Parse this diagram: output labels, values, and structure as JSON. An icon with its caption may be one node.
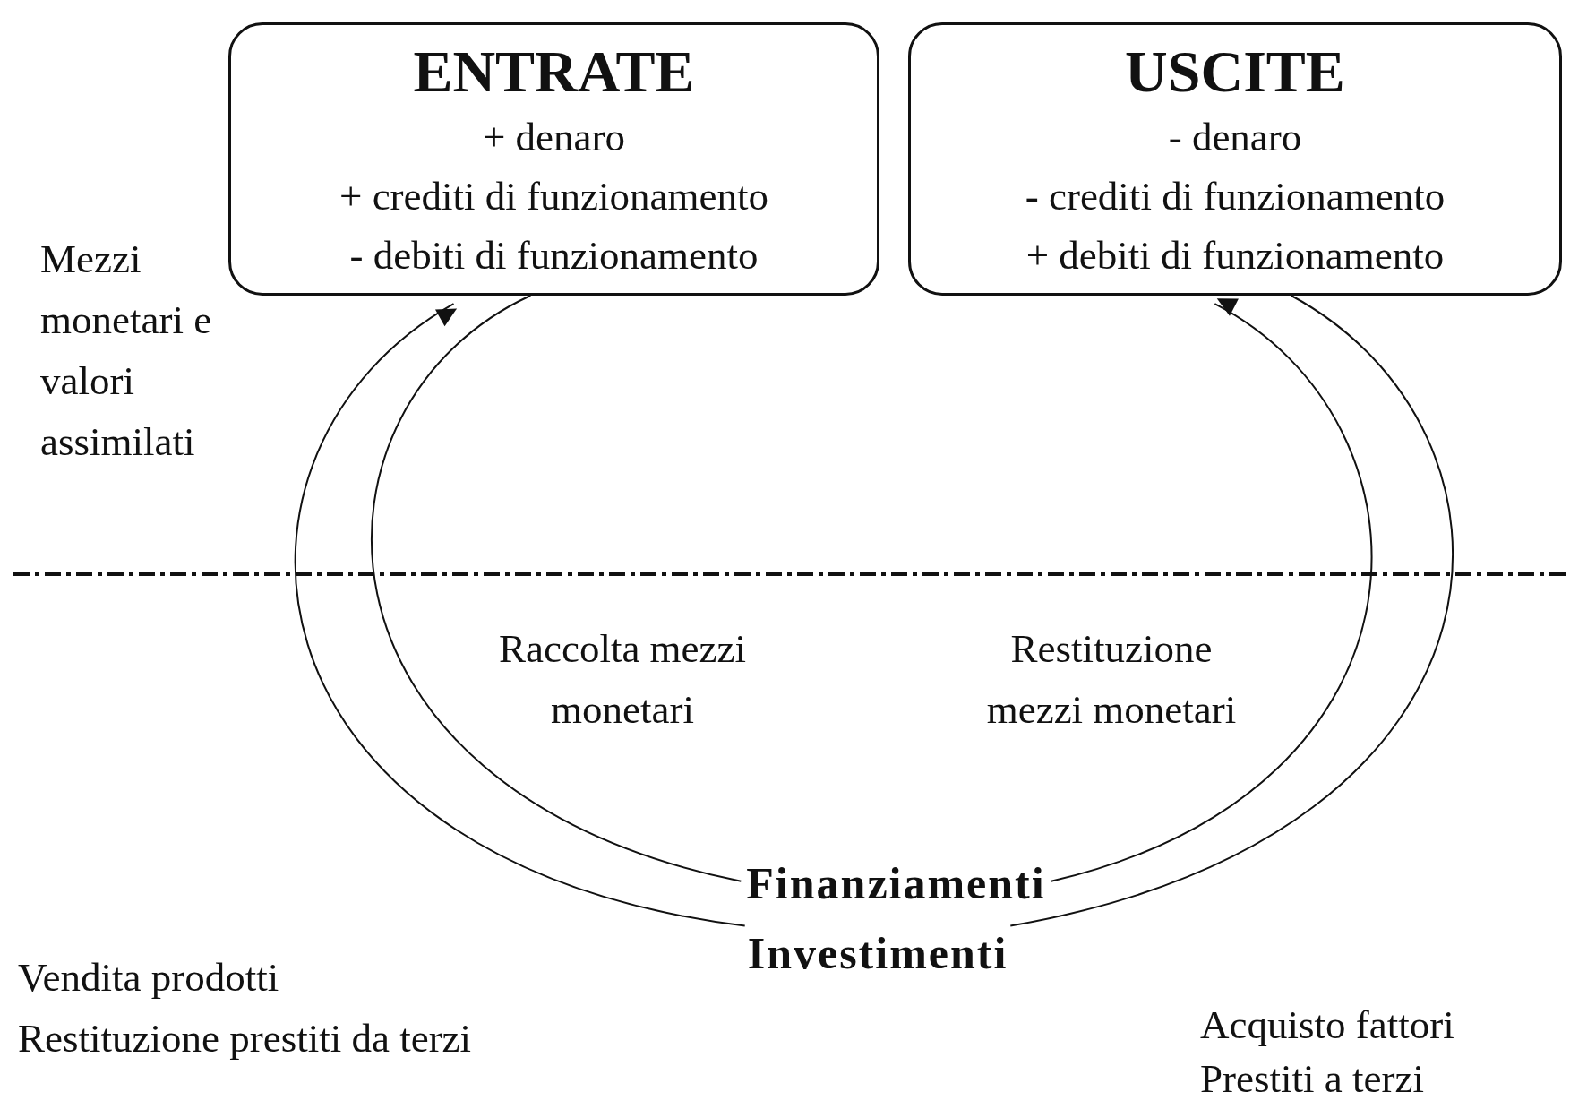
{
  "diagram": {
    "nodes": [
      {
        "text": [
          "ENTRATE",
          "+ denaro",
          "+ crediti di funzionamento",
          "- debiti di funzionamento"
        ]
      },
      {
        "text": [
          "USCITE",
          "- denaro",
          "- crediti di funzionamento",
          "+ debiti di funzionamento"
        ]
      },
      {
        "text": [
          "Finanziamenti"
        ]
      },
      {
        "text": [
          "Investimenti"
        ]
      }
    ],
    "edges": [
      {
        "from": 3,
        "to": 0,
        "arrow": "to"
      },
      {
        "from": 0,
        "to": 2,
        "arrow": "none"
      },
      {
        "from": 2,
        "to": 1,
        "arrow": "to"
      },
      {
        "from": 1,
        "to": 3,
        "arrow": "none"
      }
    ],
    "labels": [
      "Mezzi monetari e valori assimilati",
      "Raccolta mezzi monetari",
      "Restituzione mezzi monetari",
      "Vendita prodotti",
      "Restituzione prestiti da terzi",
      "Acquisto fattori",
      "Prestiti a terzi"
    ]
  }
}
